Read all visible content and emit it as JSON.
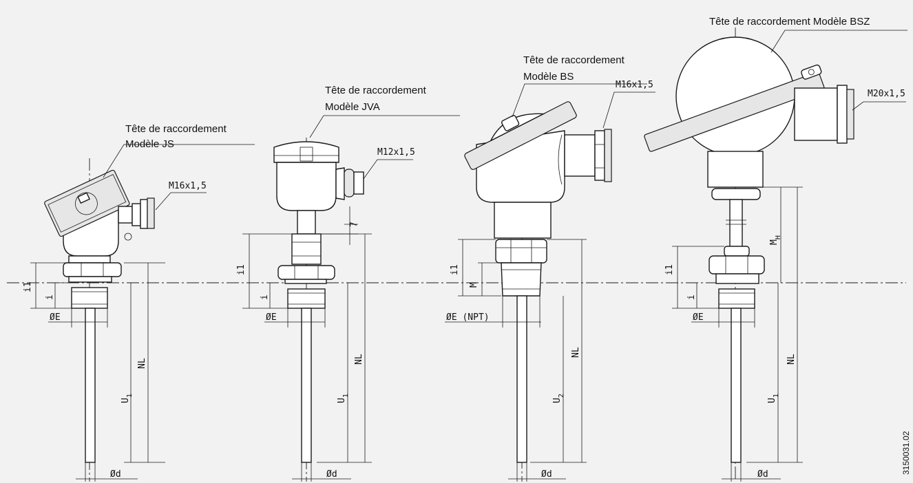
{
  "figure_code": "3150031.02",
  "heads": [
    {
      "title_line1": "Tête de raccordement",
      "title_line2": "Modèle JS",
      "thread": "M16x1,5",
      "labels": {
        "i1": "i1",
        "i": "i",
        "diam_E": "ØE",
        "NL": "NL",
        "U": "U",
        "U_sub": "1",
        "diam_d": "Ød"
      }
    },
    {
      "title_line1": "Tête de raccordement",
      "title_line2": "Modèle JVA",
      "thread": "M12x1,5",
      "labels": {
        "seven": "7",
        "i1": "i1",
        "i": "i",
        "diam_E": "ØE",
        "NL": "NL",
        "U": "U",
        "U_sub": "1",
        "diam_d": "Ød"
      }
    },
    {
      "title_line1": "Tête de raccordement",
      "title_line2": "Modèle BS",
      "thread": "M16x1,5",
      "labels": {
        "i1": "i1",
        "M": "M",
        "diam_E": "ØE (NPT)",
        "NL": "NL",
        "U": "U",
        "U_sub": "2",
        "diam_d": "Ød"
      }
    },
    {
      "title_line1": "Tête de raccordement Modèle BSZ",
      "thread": "M20x1,5",
      "labels": {
        "MH": "M",
        "MH_sub": "H",
        "i1": "i1",
        "i": "i",
        "diam_E": "ØE",
        "NL": "NL",
        "U": "U",
        "U_sub": "1",
        "diam_d": "Ød"
      }
    }
  ]
}
